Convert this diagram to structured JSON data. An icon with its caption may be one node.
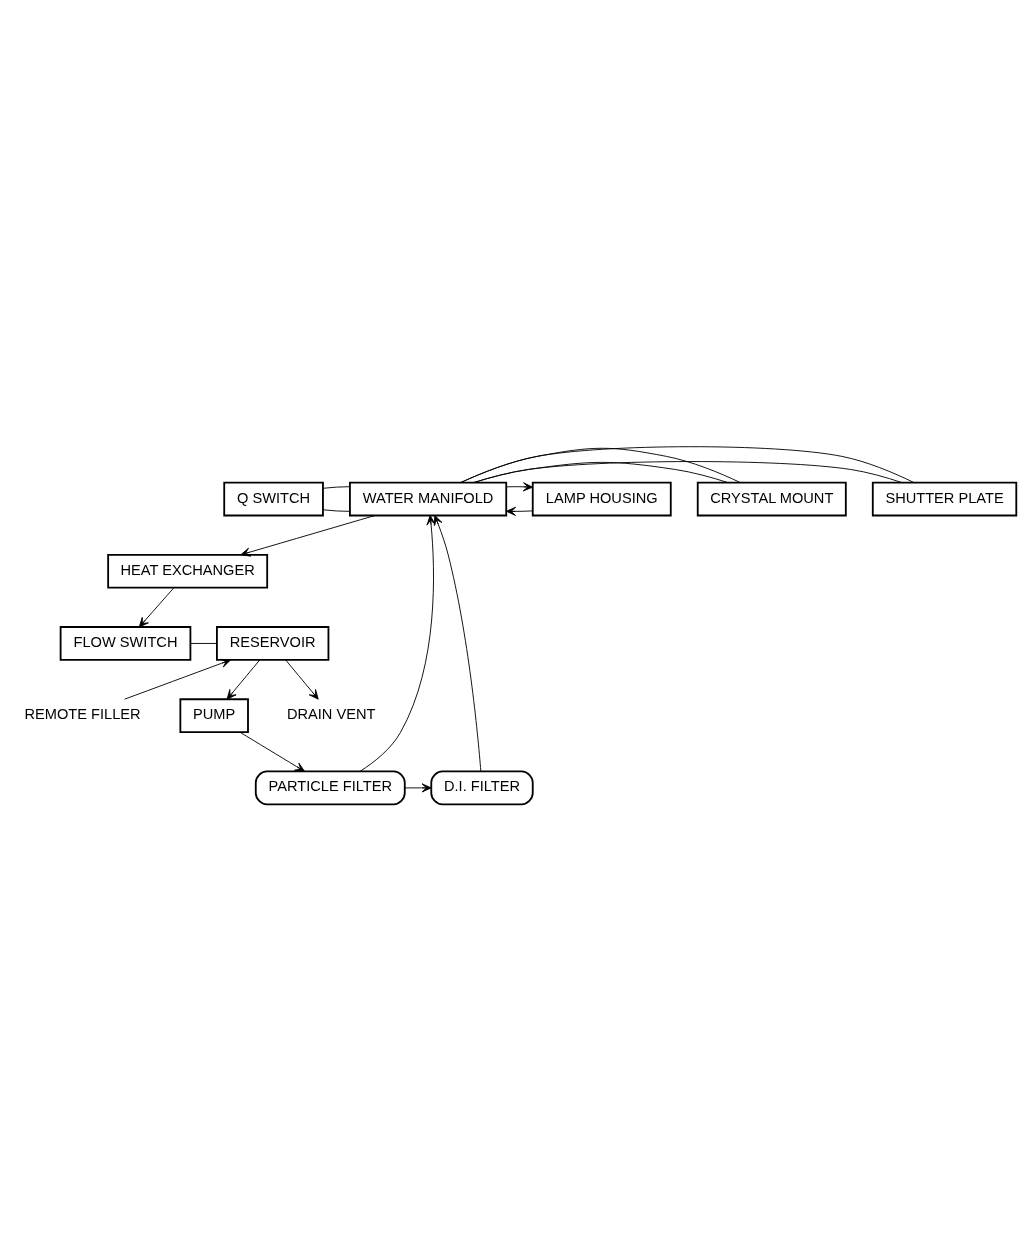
{
  "diagram": {
    "nodes": [
      {
        "text": [
          "Q SWITCH"
        ]
      },
      {
        "text": [
          "SHUTTER PLATE"
        ]
      },
      {
        "text": [
          "CRYSTAL MOUNT"
        ]
      },
      {
        "text": [
          "LAMP HOUSING"
        ]
      },
      {
        "text": [
          "WATER MANIFOLD"
        ]
      },
      {
        "text": [
          "D.I. FILTER"
        ]
      },
      {
        "text": [
          "PARTICLE FILTER"
        ]
      },
      {
        "text": [
          "REMOTE FILLER"
        ]
      },
      {
        "text": [
          "PUMP"
        ]
      },
      {
        "text": [
          "RESERVOIR"
        ]
      },
      {
        "text": [
          "FLOW SWITCH"
        ]
      },
      {
        "text": [
          "DRAIN VENT"
        ]
      },
      {
        "text": [
          "HEAT EXCHANGER"
        ]
      }
    ],
    "edges": [
      {
        "from": 4,
        "to": 0,
        "arrow": "none"
      },
      {
        "from": 0,
        "to": 4,
        "arrow": "none"
      },
      {
        "from": 4,
        "to": 1,
        "arrow": "none"
      },
      {
        "from": 1,
        "to": 4,
        "arrow": "none"
      },
      {
        "from": 4,
        "to": 2,
        "arrow": "none"
      },
      {
        "from": 2,
        "to": 4,
        "arrow": "none"
      },
      {
        "from": 3,
        "to": 4,
        "arrow": "to"
      },
      {
        "from": 4,
        "to": 3,
        "arrow": "to"
      },
      {
        "from": 6,
        "to": 4,
        "arrow": "to"
      },
      {
        "from": 6,
        "to": 5,
        "arrow": "to"
      },
      {
        "from": 5,
        "to": 4,
        "arrow": "to"
      },
      {
        "from": 8,
        "to": 6,
        "arrow": "to"
      },
      {
        "from": 9,
        "to": 8,
        "arrow": "to"
      },
      {
        "from": 7,
        "to": 9,
        "arrow": "to"
      },
      {
        "from": 9,
        "to": 11,
        "arrow": "to"
      },
      {
        "from": 4,
        "to": 12,
        "arrow": "to"
      },
      {
        "from": 12,
        "to": 10,
        "arrow": "to"
      },
      {
        "from": 10,
        "to": 9,
        "arrow": "none"
      }
    ]
  }
}
